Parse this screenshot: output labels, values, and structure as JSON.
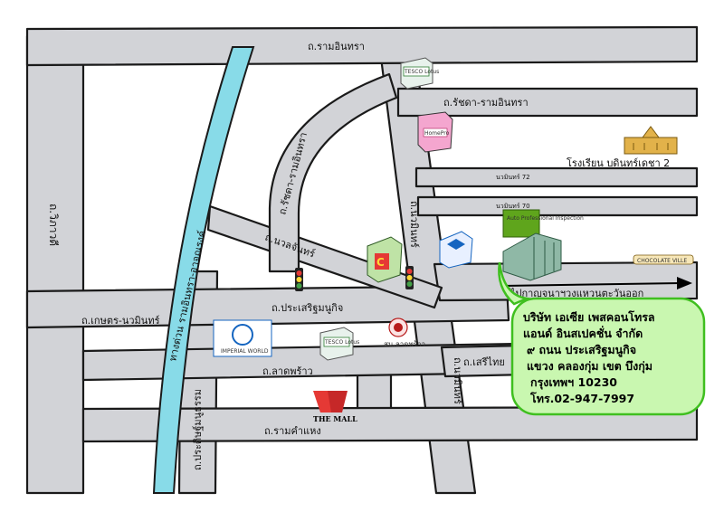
{
  "roads": {
    "ramintra": "ถ.รามอินทรา",
    "ratchada_ramintra_top": "ถ.รัชดา-รามอินทรา",
    "ratchada_ramintra_curve": "ถ.รัชดา-รามอินทรา",
    "nawamin_72": "นวมินทร์ 72",
    "nawamin_70": "นวมินทร์ 70",
    "nuanchan": "ถ.นวลจันทร์",
    "prasert_manukit": "ถ.ประเสริฐมนูกิจ",
    "kaset_nawamin": "ถ.เกษตร-นวมินทร์",
    "lat_phrao": "ถ.ลาดพร้าว",
    "seri_thai": "ถ.เสรีไทย",
    "ramkhamhaeng": "ถ.รามคำแหง",
    "pradit_manutham": "ถ.ประดิษฐ์มนูธรรม",
    "expressway": "ทางด่วน รามอินทรา-อาจณรงค์",
    "vibhavadi": "ถ.วิภาวดี",
    "nawamin": "ถ.นวมินทร์",
    "nawamin_lower": "ถ.นวมินทร์"
  },
  "direction_label": "ไปกาญจนาฯวงแหวนตะวันออก",
  "landmarks": {
    "tesco_top": "TESCO Lotus",
    "homepro": "HomePro",
    "school": "โรงเรียน บดินทร์เดชา 2",
    "auto": "Auto Professional Inspection",
    "chocolate": "CHOCOLATE VILLE",
    "imperial": "IMPERIAL WORLD",
    "tesco_bottom": "TESCO Lotus",
    "police": "สน.ลาดพร้าว",
    "mall": "THE MALL",
    "carrefour": "carrefour"
  },
  "info": {
    "line1": "บริษัท เอเซีย เพสคอนโทรล",
    "line2": "แอนด์ อินสเปคชั่น จำกัด",
    "line3": "๙ ถนน ประเสริฐมนูกิจ",
    "line4": "แขวง คลองกุ่ม เขต บึงกุ่ม",
    "line5": "กรุงเทพฯ 10230",
    "line6": "โทร.02-947-7997"
  }
}
